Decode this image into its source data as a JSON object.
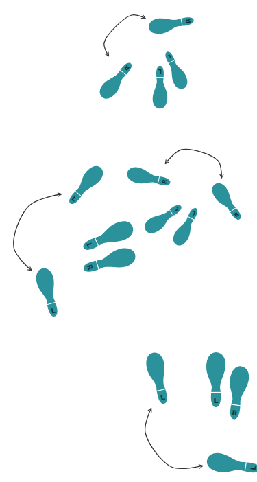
{
  "diagram": {
    "nodes": [
      {
        "text": [
          "R"
        ]
      },
      {
        "text": [
          "R"
        ]
      },
      {
        "text": [
          "L"
        ]
      },
      {
        "text": [
          "L"
        ]
      },
      {
        "text": [
          "L"
        ]
      },
      {
        "text": [
          "R"
        ]
      },
      {
        "text": [
          "R"
        ]
      },
      {
        "text": [
          "L"
        ]
      },
      {
        "text": [
          "L"
        ]
      },
      {
        "text": [
          "L"
        ]
      },
      {
        "text": [
          "R"
        ]
      },
      {
        "text": [
          "L"
        ]
      },
      {
        "text": [
          "L"
        ]
      },
      {
        "text": [
          "L"
        ]
      },
      {
        "text": [
          "R"
        ]
      },
      {
        "text": [
          "L"
        ]
      }
    ],
    "edges": [
      {
        "from": 0,
        "to": 1,
        "arrow": "both"
      },
      {
        "from": 5,
        "to": 6,
        "arrow": "both"
      },
      {
        "from": 4,
        "to": 11,
        "arrow": "both"
      },
      {
        "from": 12,
        "to": 15,
        "arrow": "both"
      }
    ]
  }
}
